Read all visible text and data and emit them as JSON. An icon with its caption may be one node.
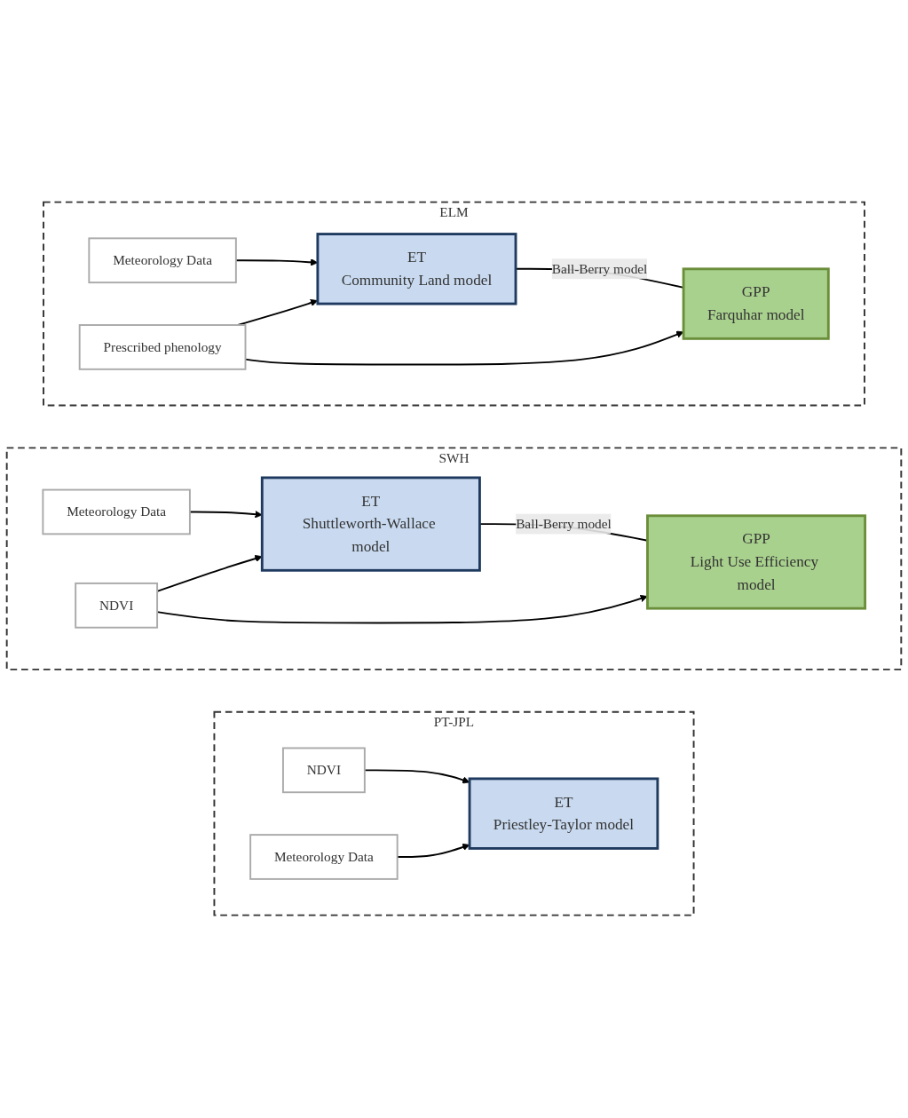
{
  "diagram": {
    "nodes": [
      {
        "text": [
          "PT-JPL"
        ]
      },
      {
        "text": [
          "NDVI"
        ],
        "in": 0
      },
      {
        "text": [
          "Meteorology Data"
        ],
        "in": 0
      },
      {
        "text": [
          "ET",
          "Priestley-Taylor model"
        ],
        "in": 0
      },
      {
        "text": [
          "SWH"
        ]
      },
      {
        "text": [
          "Meteorology Data"
        ],
        "in": 4
      },
      {
        "text": [
          "ET",
          "Shuttleworth-Wallace model"
        ],
        "in": 4
      },
      {
        "text": [
          "GPP",
          "Light Use Efficiency model"
        ],
        "in": 4
      },
      {
        "text": [
          "NDVI"
        ],
        "in": 4
      },
      {
        "text": [
          "ELM"
        ]
      },
      {
        "text": [
          "Meteorology Data"
        ],
        "in": 9
      },
      {
        "text": [
          "ET",
          "Community Land model"
        ],
        "in": 9
      },
      {
        "text": [
          "GPP",
          "Farquhar model"
        ],
        "in": 9
      },
      {
        "text": [
          "Prescribed phenology"
        ],
        "in": 9
      }
    ],
    "edges": [
      {
        "from": 1,
        "to": 3,
        "arrow": "to"
      },
      {
        "from": 2,
        "to": 3,
        "arrow": "to"
      },
      {
        "from": 5,
        "to": 6,
        "arrow": "to"
      },
      {
        "from": 6,
        "to": 7,
        "arrow": "none",
        "label": "Ball-Berry model"
      },
      {
        "from": 8,
        "to": 6,
        "arrow": "to"
      },
      {
        "from": 8,
        "to": 7,
        "arrow": "to"
      },
      {
        "from": 10,
        "to": 11,
        "arrow": "to"
      },
      {
        "from": 11,
        "to": 12,
        "arrow": "none",
        "label": "Ball-Berry model"
      },
      {
        "from": 13,
        "to": 11,
        "arrow": "to"
      },
      {
        "from": 13,
        "to": 12,
        "arrow": "to"
      }
    ]
  }
}
